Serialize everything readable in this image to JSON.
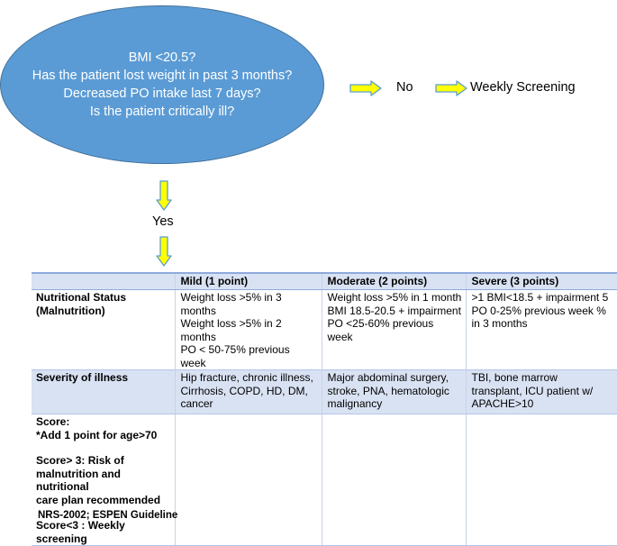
{
  "question": {
    "lines": [
      "BMI <20.5?",
      "Has the patient lost weight in past 3 months?",
      "Decreased PO intake last 7 days?",
      "Is the patient critically ill?"
    ]
  },
  "no_label": "No",
  "weekly_label": "Weekly Screening",
  "yes_label": "Yes",
  "colors": {
    "ellipse_fill": "#5b9bd5",
    "arrow_fill": "#ffff00",
    "arrow_stroke": "#5b9bd5",
    "table_band": "#d9e2f3"
  },
  "table": {
    "headers": [
      "",
      "Mild (1 point)",
      "Moderate (2 points)",
      "Severe (3 points)"
    ],
    "rows": [
      {
        "label": [
          "Nutritional Status",
          "(Malnutrition)"
        ],
        "cells": [
          [
            "Weight loss >5% in 3 months",
            "Weight loss >5% in 2 months",
            "PO < 50-75% previous week"
          ],
          [
            "Weight loss >5% in 1 month",
            "BMI 18.5-20.5 + impairment",
            "PO <25-60% previous week"
          ],
          [
            ">1 BMI<18.5 + impairment 5",
            "PO 0-25% previous week %",
            "in 3 months"
          ]
        ]
      },
      {
        "label": [
          "Severity of illness"
        ],
        "cells": [
          [
            "Hip fracture, chronic illness,",
            "Cirrhosis, COPD, HD, DM,",
            "cancer"
          ],
          [
            "Major abdominal surgery,",
            "stroke, PNA, hematologic",
            "malignancy"
          ],
          [
            "TBI, bone marrow",
            "transplant, ICU patient w/",
            "APACHE>10"
          ]
        ]
      }
    ],
    "score": {
      "title": "Score:",
      "age_note": "*Add 1 point for age>70",
      "risk_lines": [
        "Score> 3: Risk of",
        "malnutrition and nutritional",
        "care plan recommended"
      ],
      "weekly": "Score<3 : Weekly screening"
    }
  },
  "footer": "NRS-2002; ESPEN Guideline"
}
